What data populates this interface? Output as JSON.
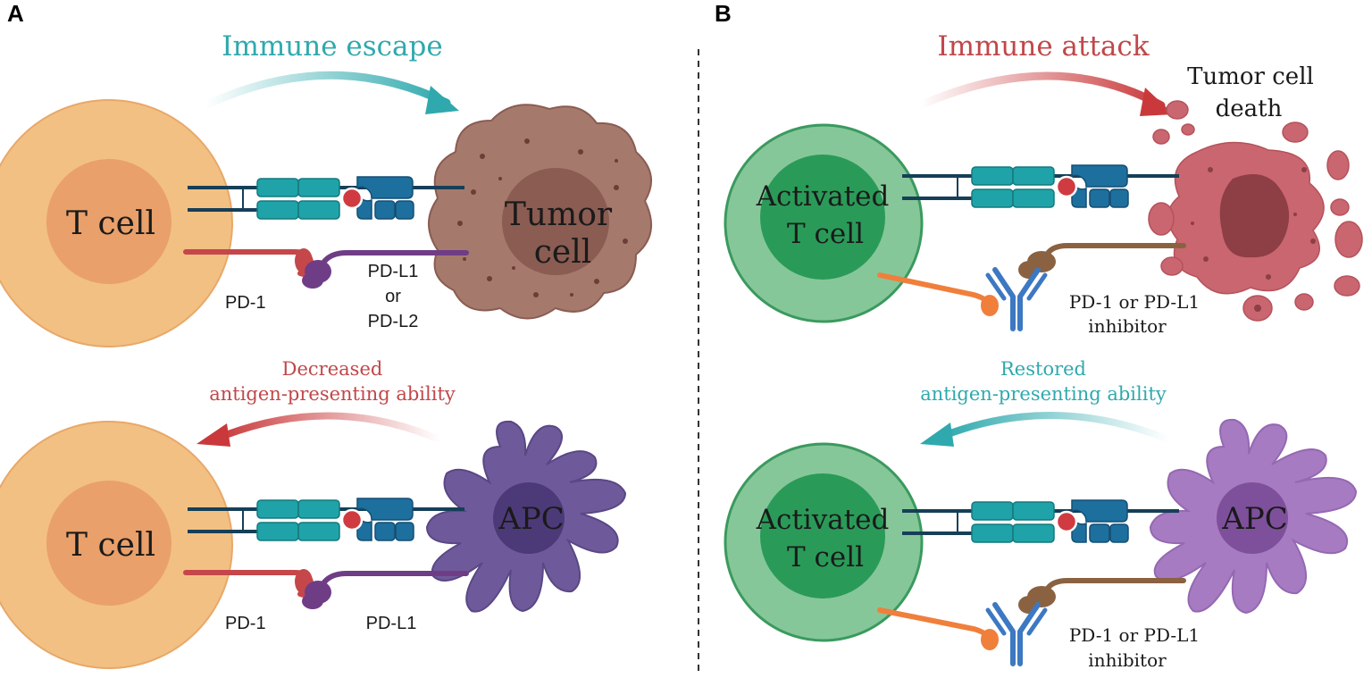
{
  "panels": {
    "a": {
      "letter": "A",
      "top": {
        "arrow_label": "Immune escape",
        "t_cell": "T cell",
        "tumor_line1": "Tumor",
        "tumor_line2": "cell",
        "pd1": "PD-1",
        "ligand_line1": "PD-L1",
        "ligand_line2": "or",
        "ligand_line3": "PD-L2"
      },
      "bottom": {
        "arrow_label_line1": "Decreased",
        "arrow_label_line2": "antigen-presenting ability",
        "t_cell": "T cell",
        "apc": "APC",
        "pd1": "PD-1",
        "ligand": "PD-L1"
      }
    },
    "b": {
      "letter": "B",
      "top": {
        "arrow_label": "Immune attack",
        "death_line1": "Tumor cell",
        "death_line2": "death",
        "t_cell_line1": "Activated",
        "t_cell_line2": "T cell",
        "inhibitor_line1": "PD-1 or PD-L1",
        "inhibitor_line2": "inhibitor"
      },
      "bottom": {
        "arrow_label_line1": "Restored",
        "arrow_label_line2": "antigen-presenting ability",
        "t_cell_line1": "Activated",
        "t_cell_line2": "T cell",
        "apc": "APC",
        "inhibitor_line1": "PD-1 or PD-L1",
        "inhibitor_line2": "inhibitor"
      }
    }
  },
  "colors": {
    "t_cell_outer": "#f2c083",
    "t_cell_inner": "#e9a06a",
    "act_cell_outer": "#86c79a",
    "act_cell_inner": "#2a9a58",
    "tumor": "#a57a6c",
    "tumor_core": "#8a5c52",
    "dying_tumor": "#c9666f",
    "apc_a": "#6e5a9a",
    "apc_a_core": "#4c3a78",
    "apc_b": "#a67bc2",
    "apc_b_core": "#7e509b",
    "teal": "#2fa9ad",
    "red_label": "#c0474a",
    "tcr": "#1fa3a8",
    "mhc": "#1d6f9e",
    "antibody": "#3d78c2",
    "pd1": "#c5474a",
    "pdl1": "#6f3d86",
    "pd1_b": "#f07f3c",
    "pdl1_b": "#8a6242"
  }
}
